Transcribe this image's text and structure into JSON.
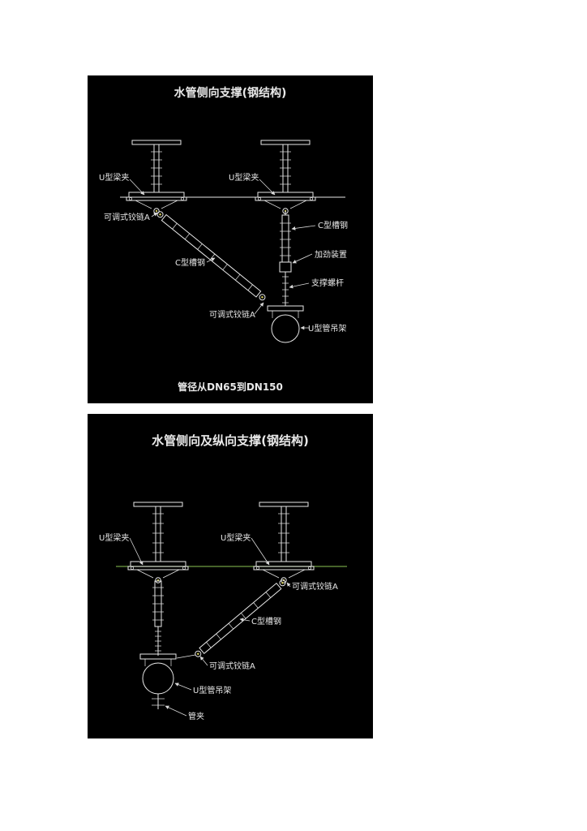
{
  "colors": {
    "page_bg": "#ffffff",
    "panel_bg": "#000000",
    "line": "#e8e8e8",
    "leader": "#d8d8d8",
    "green_line": "#6f9e43",
    "hinge_accent": "#c9c258"
  },
  "diagram_top": {
    "title": "水管侧向支撑(钢结构)",
    "caption": "管径从DN65到DN150",
    "labels": {
      "u_clamp_left": "U型梁夹",
      "u_clamp_mid": "U型梁夹",
      "hinge_a_top": "可调式铰链A",
      "c_channel_diagonal": "C型槽钢",
      "hinge_a_bottom": "可调式铰链A",
      "c_channel_vertical": "C型槽钢",
      "stiffener": "加劲装置",
      "support_rod": "支撑螺杆",
      "pipe_hanger": "U型管吊架"
    }
  },
  "diagram_bottom": {
    "title": "水管侧向及纵向支撑(钢结构)",
    "labels": {
      "u_clamp_left": "U型梁夹",
      "u_clamp_mid": "U型梁夹",
      "hinge_a_upper": "可调式铰链A",
      "c_channel": "C型槽钢",
      "hinge_a_lower": "可调式铰链A",
      "pipe_hanger": "U型管吊架",
      "pipe_clamp": "管夹"
    }
  }
}
